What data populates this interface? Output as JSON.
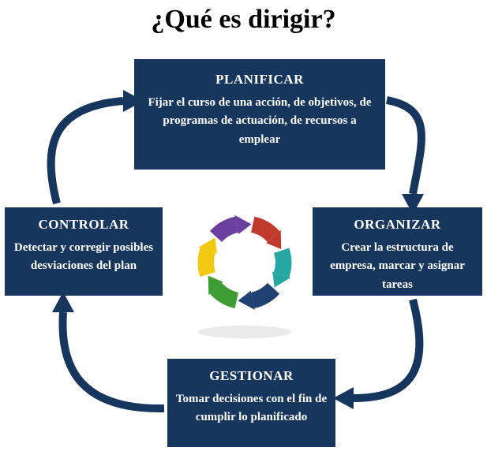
{
  "title": "¿Qué es dirigir?",
  "boxes": {
    "planificar": {
      "heading": "PLANIFICAR",
      "body": "Fijar el curso de una acción, de objetivos, de programas de actuación, de recursos a emplear"
    },
    "organizar": {
      "heading": "ORGANIZAR",
      "body": "Crear la estructura de empresa, marcar y asignar tareas"
    },
    "gestionar": {
      "heading": "GESTIONAR",
      "body": "Tomar decisiones con el fin de cumplir lo planificado"
    },
    "controlar": {
      "heading": "CONTROLAR",
      "body": "Detectar y corregir posibles desviaciones del plan"
    }
  },
  "colors": {
    "box_bg": "#17365D",
    "box_text": "#FFFFFF",
    "arrow": "#17365D",
    "title_text": "#000000",
    "cycle": [
      "#27A7A3",
      "#1F4273",
      "#3E9C35",
      "#F2C811",
      "#6A3FA0",
      "#C0392B"
    ],
    "shadow": "#D9D9D9"
  },
  "icons": {
    "center": "cycle-arrows-icon"
  }
}
